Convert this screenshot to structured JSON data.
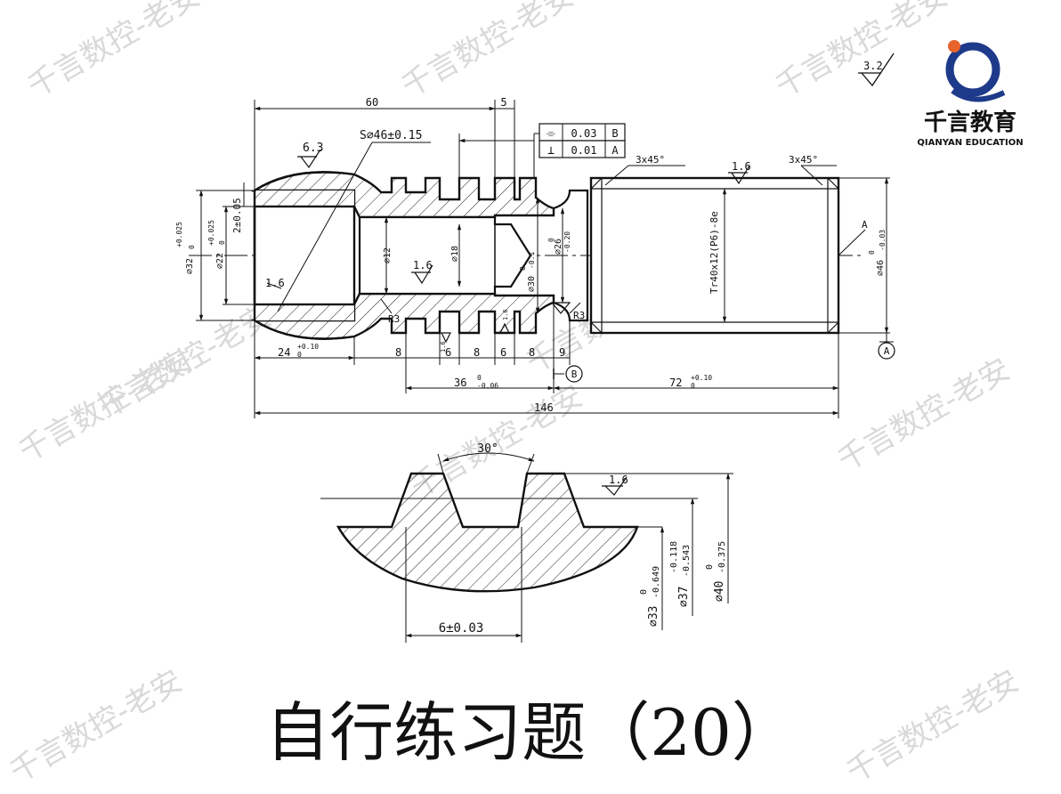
{
  "page_title": "自行练习题（20）",
  "watermark": "千言数控-老安",
  "logo": {
    "name": "千言教育",
    "subtitle": "QIANYAN EDUCATION",
    "colors": {
      "ring": "#1e3a8a",
      "dot": "#e8622c"
    }
  },
  "roughness": {
    "overall": "3.2",
    "ball": "6.3",
    "bore": "1.6",
    "inner": "1.6",
    "thread": "1.6",
    "profile": "1.6",
    "grooves_left": "1.6",
    "grooves_right": "1.6"
  },
  "dimensions": {
    "top_60": "60",
    "top_5": "5",
    "sphere": "S⌀46±0.15",
    "chamfer_left": "3x45°",
    "chamfer_right": "3x45°",
    "dia_32": "⌀32",
    "dia_32_tol_up": "+0.025",
    "dia_32_tol_lo": "0",
    "dia_22": "⌀22",
    "dia_22_tol_up": "+0.025",
    "dia_22_tol_lo": "0",
    "dim_2_005": "2±0.05",
    "dia_12": "⌀12",
    "dia_18": "⌀18",
    "dia_26": "⌀26",
    "dia_26_tol_up": "0",
    "dia_26_tol_lo": "-0.20",
    "dia_30": "⌀30",
    "dia_30_tol_up": "0",
    "dia_30_tol_lo": "-0.1",
    "thread_spec": "Tr40x12(P6)-8e",
    "dia_46": "⌀46",
    "dia_46_tol_up": "0",
    "dia_46_tol_lo": "-0.03",
    "radius_left": "R3",
    "radius_right": "R3",
    "len_24": "24",
    "len_24_tol_up": "+0.10",
    "len_24_tol_lo": "0",
    "len_8a": "8",
    "len_6a": "6",
    "len_8b": "8",
    "len_6b": "6",
    "len_8c": "8",
    "len_9": "9",
    "len_36": "36",
    "len_36_tol_up": "0",
    "len_36_tol_lo": "-0.06",
    "len_72": "72",
    "len_72_tol_up": "+0.10",
    "len_72_tol_lo": "0",
    "len_146": "146",
    "angle_30": "30°",
    "pitch": "6±0.03",
    "dia_33": "⌀33",
    "dia_33_tol_up": "0",
    "dia_33_tol_lo": "-0.649",
    "dia_37": "⌀37",
    "dia_37_tol_up": "-0.118",
    "dia_37_tol_lo": "-0.543",
    "dia_40": "⌀40",
    "dia_40_tol_up": "0",
    "dia_40_tol_lo": "-0.375"
  },
  "tolerance_frames": [
    {
      "symbol": "⌯",
      "value": "0.03",
      "datum": "B"
    },
    {
      "symbol": "⊥",
      "value": "0.01",
      "datum": "A"
    }
  ],
  "datums": {
    "a": "A",
    "b": "B",
    "a_ref": "A"
  }
}
